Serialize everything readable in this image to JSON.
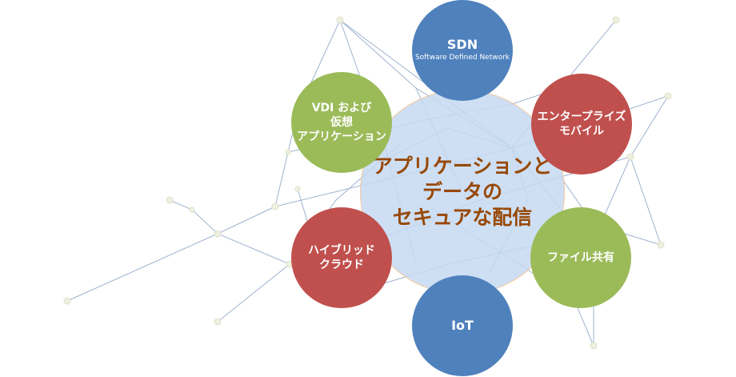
{
  "center": {
    "label": "アプリケーションと\nデータの\nセキュアな配信"
  },
  "nodes": {
    "sdn": {
      "title": "SDN",
      "subtitle": "Software Defined Network"
    },
    "enterprise": {
      "title": "エンタープライズ\nモバイル"
    },
    "file": {
      "title": "ファイル共有"
    },
    "iot": {
      "title": "IoT"
    },
    "hybrid": {
      "title": "ハイブリッド\nクラウド"
    },
    "vdi": {
      "title": "VDI および\n仮想\nアプリケーション"
    }
  },
  "colors": {
    "blue": "#4f81bd",
    "red": "#c0504d",
    "green": "#9bbb59",
    "center": "#c6d9f1",
    "center_text": "#984807"
  }
}
